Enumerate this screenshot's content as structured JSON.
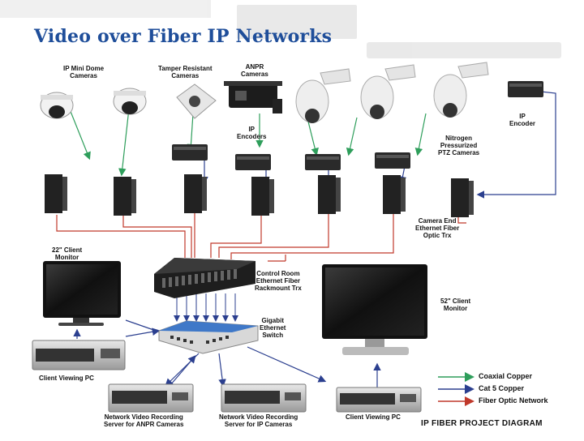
{
  "title": "Video over Fiber IP Networks",
  "labels": {
    "mini_dome": "IP Mini Dome\nCameras",
    "tamper": "Tamper Resistant\nCameras",
    "anpr": "ANPR\nCameras",
    "ip_encoders": "IP\nEncoders",
    "ip_encoder": "IP\nEncoder",
    "nitrogen": "Nitrogen\nPressurized\nPTZ Cameras",
    "camera_end": "Camera End\nEthernet Fiber\nOptic Trx",
    "monitor22": "22\" Client\nMonitor",
    "control_room": "Control Room\nEthernet Fiber\nRackmount Trx",
    "gigabit": "Gigabit\nEthernet\nSwitch",
    "monitor52": "52\" Client\nMonitor",
    "client_pc_left": "Client Viewing PC",
    "nvr_anpr": "Network Video Recording\nServer for ANPR Cameras",
    "nvr_ip": "Network Video Recording\nServer for IP Cameras",
    "client_pc_right": "Client Viewing PC"
  },
  "legend": {
    "coax": "Coaxial Copper",
    "cat5": "Cat 5 Copper",
    "fiber": "Fiber Optic Network"
  },
  "colors": {
    "title": "#1f4e9a",
    "coax": "#2e9e5b",
    "cat5": "#2b3f8f",
    "fiber": "#c0392b"
  },
  "diagram_title": "IP FIBER PROJECT DIAGRAM"
}
